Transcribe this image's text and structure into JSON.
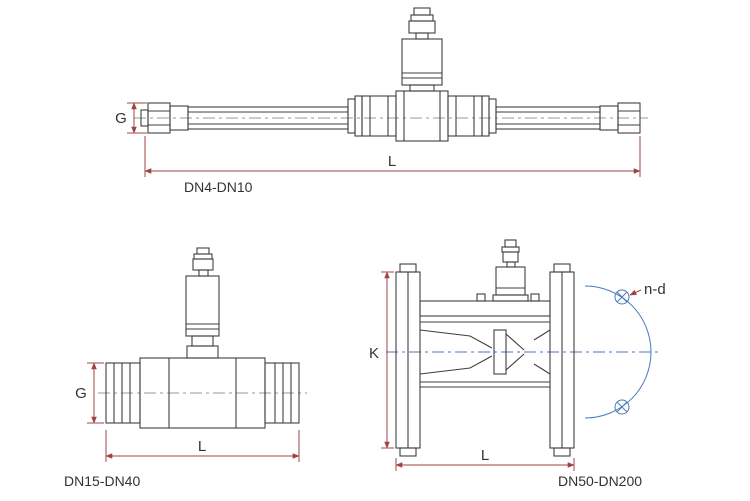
{
  "diagrams": {
    "top": {
      "label": "DN4-DN10",
      "dim_g": "G",
      "dim_l": "L"
    },
    "bottom_left": {
      "label": "DN15-DN40",
      "dim_g": "G",
      "dim_l": "L"
    },
    "bottom_right": {
      "label": "DN50-DN200",
      "dim_k": "K",
      "dim_l": "L",
      "dim_nd": "n-d"
    }
  },
  "colors": {
    "line": "#3f3f3f",
    "dimension": "#a04545",
    "accent": "#4a7ab5",
    "background": "#ffffff"
  }
}
